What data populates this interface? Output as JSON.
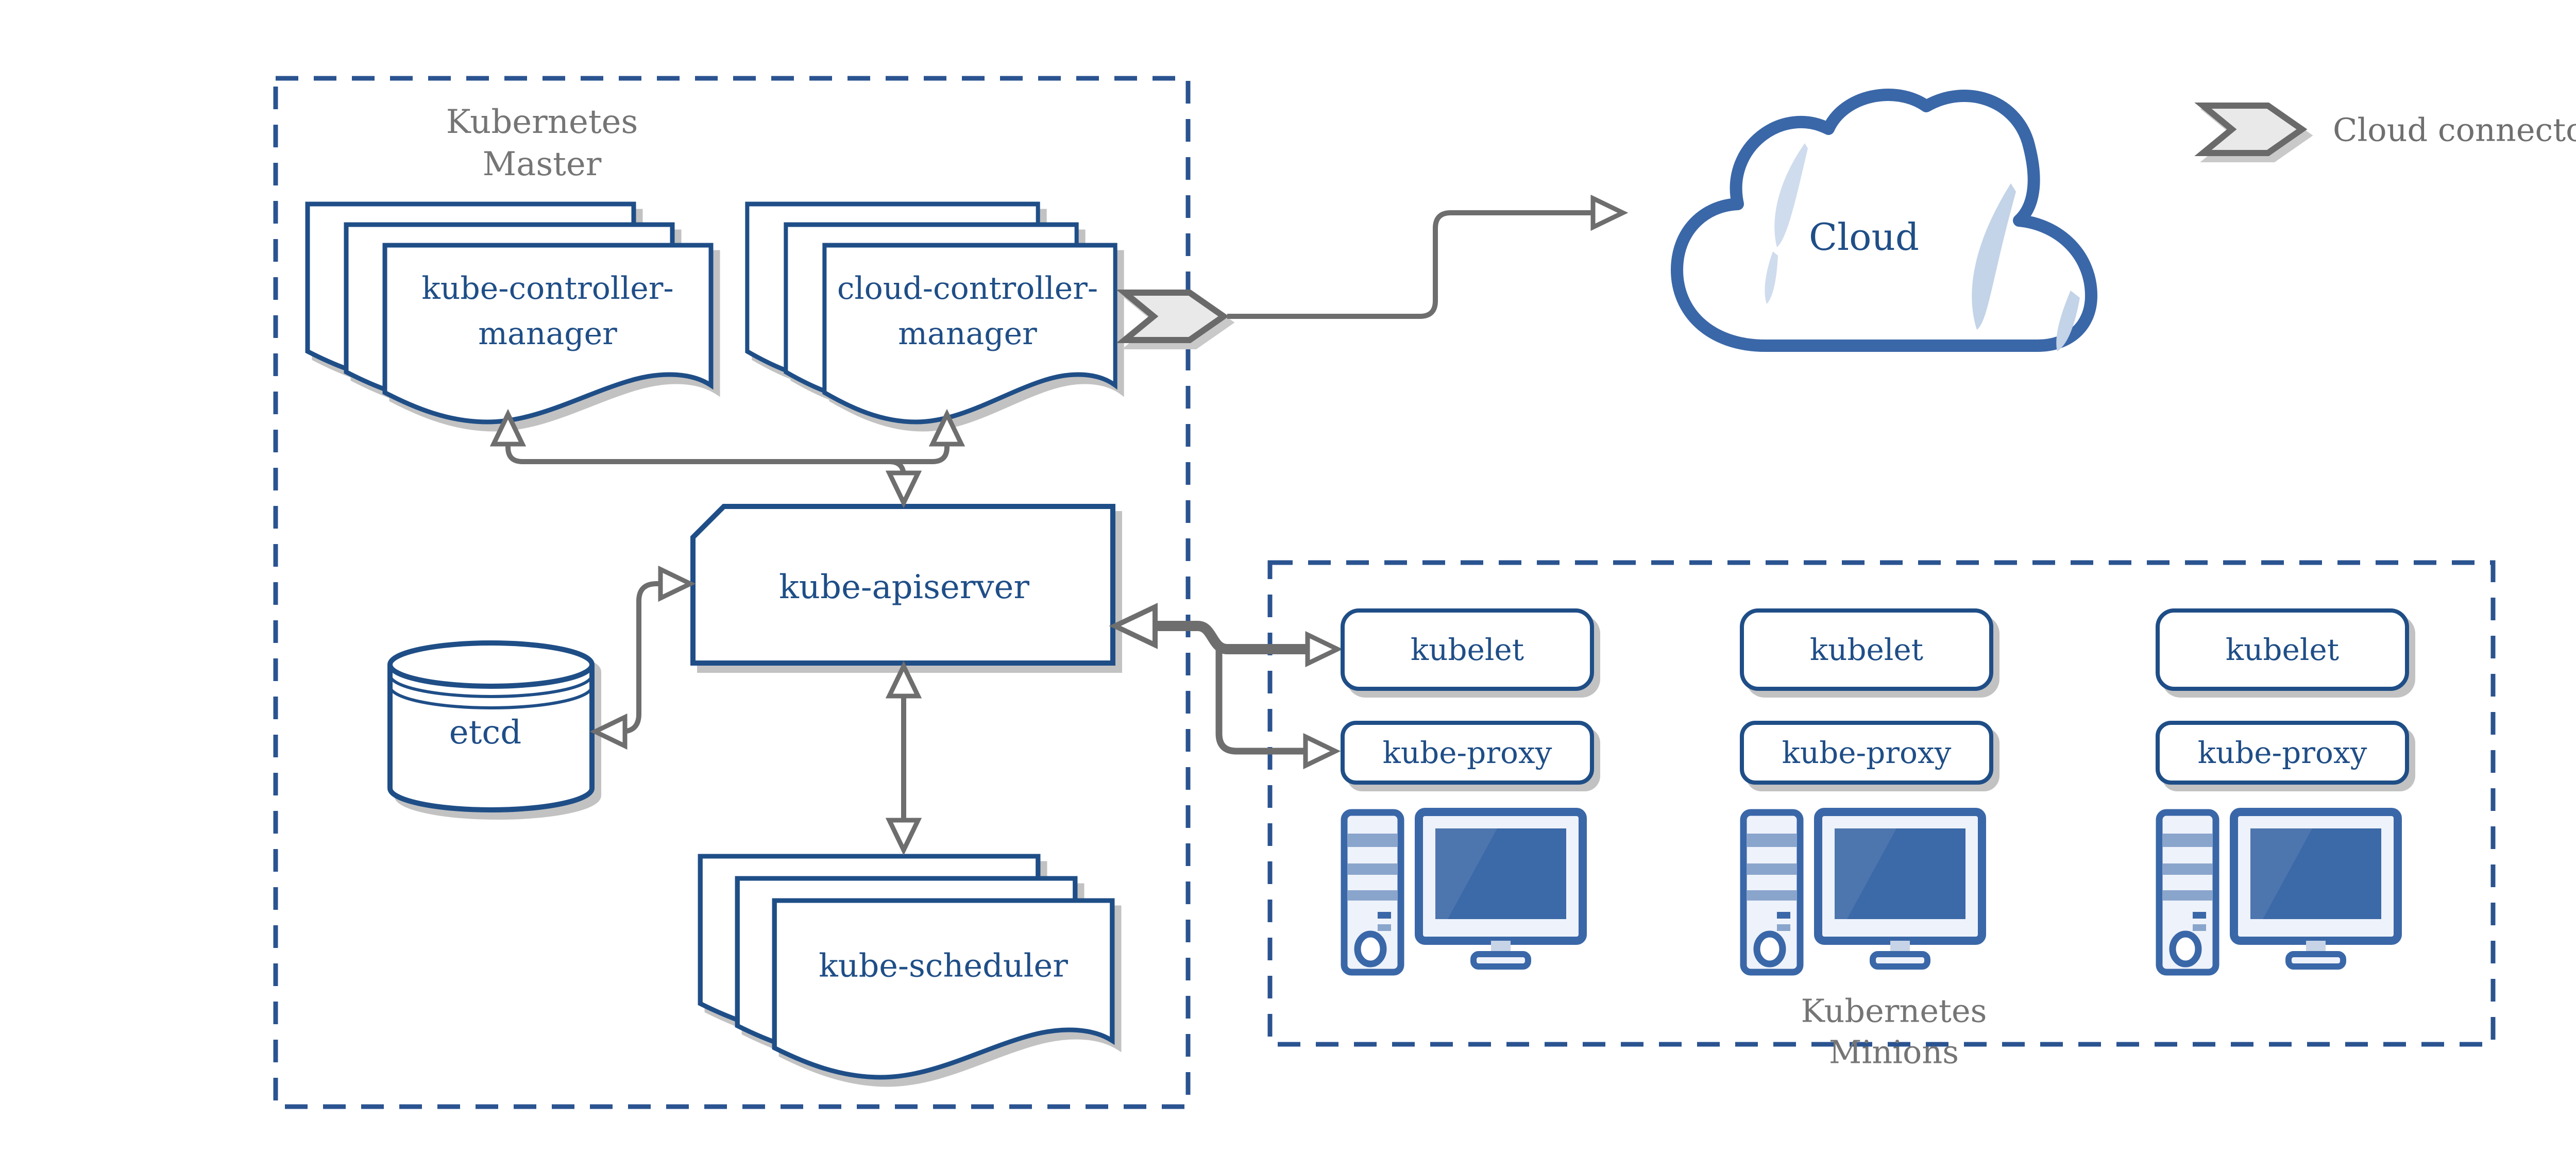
{
  "master": {
    "title_line1": "Kubernetes",
    "title_line2": "Master"
  },
  "nodes": {
    "kube_controller_manager": {
      "line1": "kube-controller-",
      "line2": "manager"
    },
    "cloud_controller_manager": {
      "line1": "cloud-controller-",
      "line2": "manager"
    },
    "kube_apiserver": {
      "label": "kube-apiserver"
    },
    "etcd": {
      "label": "etcd"
    },
    "kube_scheduler": {
      "label": "kube-scheduler"
    }
  },
  "cloud": {
    "label": "Cloud"
  },
  "legend": {
    "label": "Cloud connector"
  },
  "minions": {
    "title_line1": "Kubernetes",
    "title_line2": "Minions",
    "columns": [
      {
        "kubelet": "kubelet",
        "kube_proxy": "kube-proxy"
      },
      {
        "kubelet": "kubelet",
        "kube_proxy": "kube-proxy"
      },
      {
        "kubelet": "kubelet",
        "kube_proxy": "kube-proxy"
      }
    ]
  },
  "colors": {
    "node_blue": "#1f4e87",
    "dash_blue": "#2a5390",
    "cloud_blue": "#3a67a8",
    "arrow_gray": "#6e6e6e",
    "text_gray": "#757575",
    "chevron_fill": "#e9e9e9",
    "shadow_gray": "#c2c2c2",
    "slash_blue": "#cfdcee",
    "screen_blue": "#3c69a7"
  }
}
